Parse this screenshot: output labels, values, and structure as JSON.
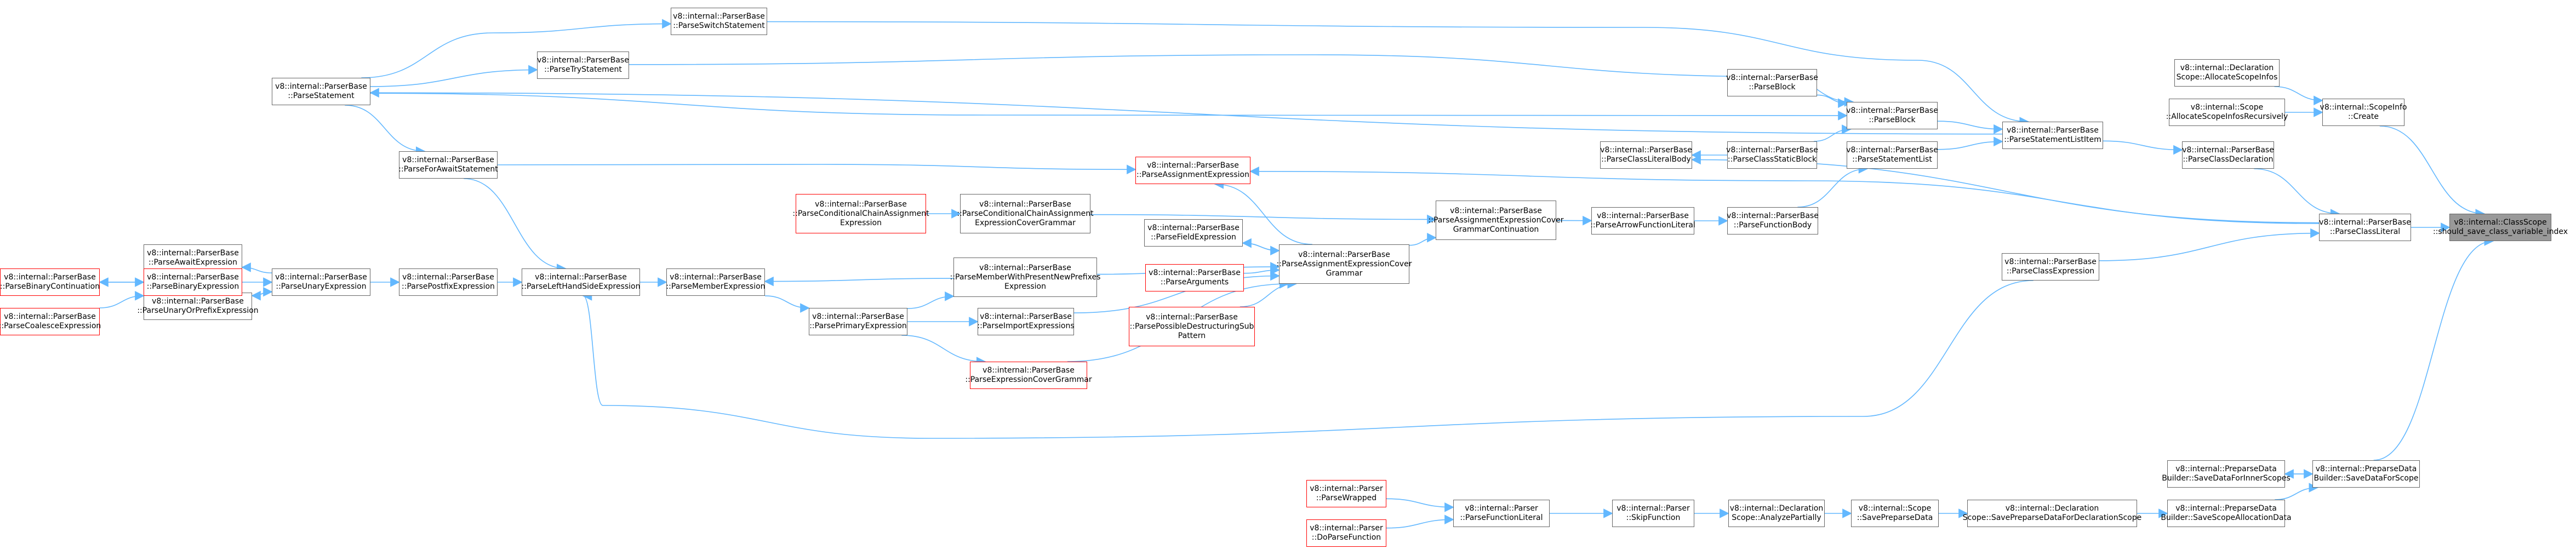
{
  "colors": {
    "edge": "#63b8ff",
    "node_border": "#666666",
    "node_border_undocumented": "#ff0000",
    "root_fill": "#999999"
  },
  "graph": {
    "nodes": [
      {
        "id": "root",
        "label": "v8::internal::ClassScope\n::should_save_class_variable_index",
        "style": "root"
      },
      {
        "id": "ScopeInfoCreate",
        "label": "v8::internal::ScopeInfo\n::Create"
      },
      {
        "id": "AllocateScopeInfos",
        "label": "v8::internal::Declaration\nScope::AllocateScopeInfos"
      },
      {
        "id": "AllocateScopeInfosRec",
        "label": "v8::internal::Scope\n::AllocateScopeInfosRecursively"
      },
      {
        "id": "ParseClassLiteral",
        "label": "v8::internal::ParserBase\n::ParseClassLiteral"
      },
      {
        "id": "ParseClassDeclaration",
        "label": "v8::internal::ParserBase\n::ParseClassDeclaration"
      },
      {
        "id": "ParseClassExpression",
        "label": "v8::internal::ParserBase\n::ParseClassExpression"
      },
      {
        "id": "SaveDataForScope",
        "label": "v8::internal::PreparseData\nBuilder::SaveDataForScope"
      },
      {
        "id": "SaveDataForInnerScopes",
        "label": "v8::internal::PreparseData\nBuilder::SaveDataForInnerScopes"
      },
      {
        "id": "SaveScopeAllocationData",
        "label": "v8::internal::PreparseData\nBuilder::SaveScopeAllocationData"
      },
      {
        "id": "SavePreparseDataForDecl",
        "label": "v8::internal::Declaration\nScope::SavePreparseDataForDeclarationScope"
      },
      {
        "id": "SavePreparseData",
        "label": "v8::internal::Scope\n::SavePreparseData"
      },
      {
        "id": "AnalyzePartially",
        "label": "v8::internal::Declaration\nScope::AnalyzePartially"
      },
      {
        "id": "SkipFunction",
        "label": "v8::internal::Parser\n::SkipFunction"
      },
      {
        "id": "ParseFunctionLiteral",
        "label": "v8::internal::Parser\n::ParseFunctionLiteral"
      },
      {
        "id": "ParseWrapped",
        "label": "v8::internal::Parser\n::ParseWrapped",
        "style": "red"
      },
      {
        "id": "DoParseFunction",
        "label": "v8::internal::Parser\n::DoParseFunction",
        "style": "red"
      },
      {
        "id": "ParseStatementListItem",
        "label": "v8::internal::ParserBase\n::ParseStatementListItem"
      },
      {
        "id": "ParseBlock",
        "label": "v8::internal::ParserBase\n::ParseBlock"
      },
      {
        "id": "ParseBlockLeft",
        "label": "v8::internal::ParserBase\n::ParseBlock"
      },
      {
        "id": "ParseClassStaticBlock",
        "label": "v8::internal::ParserBase\n::ParseClassStaticBlock"
      },
      {
        "id": "ParseClassLiteralBody",
        "label": "v8::internal::ParserBase\n::ParseClassLiteralBody"
      },
      {
        "id": "ParseStatementList",
        "label": "v8::internal::ParserBase\n::ParseStatementList"
      },
      {
        "id": "ParseFunctionBody",
        "label": "v8::internal::ParserBase\n::ParseFunctionBody"
      },
      {
        "id": "ParseArrowFunctionLiteral",
        "label": "v8::internal::ParserBase\n::ParseArrowFunctionLiteral"
      },
      {
        "id": "ParseAssignExprCoverGrammarCont",
        "label": "v8::internal::ParserBase\n::ParseAssignmentExpressionCover\nGrammarContinuation"
      },
      {
        "id": "ParseAssignmentExpression",
        "label": "v8::internal::ParserBase\n::ParseAssignmentExpression",
        "style": "red"
      },
      {
        "id": "ParseAssignExprCoverGrammar",
        "label": "v8::internal::ParserBase\n::ParseAssignmentExpressionCover\nGrammar"
      },
      {
        "id": "ParseFieldExpression",
        "label": "v8::internal::ParserBase\n::ParseFieldExpression"
      },
      {
        "id": "ParseArguments",
        "label": "v8::internal::ParserBase\n::ParseArguments",
        "style": "red"
      },
      {
        "id": "ParsePossibleDestructuring",
        "label": "v8::internal::ParserBase\n::ParsePossibleDestructuringSub\nPattern",
        "style": "red"
      },
      {
        "id": "ParseCondChainAssignCover",
        "label": "v8::internal::ParserBase\n::ParseConditionalChainAssignment\nExpressionCoverGrammar"
      },
      {
        "id": "ParseCondChainAssign",
        "label": "v8::internal::ParserBase\n::ParseConditionalChainAssignment\nExpression",
        "style": "red"
      },
      {
        "id": "ParseMemberWithPresentNewPrefixes",
        "label": "v8::internal::ParserBase\n::ParseMemberWithPresentNewPrefixes\nExpression"
      },
      {
        "id": "ParseImportExpressions",
        "label": "v8::internal::ParserBase\n::ParseImportExpressions"
      },
      {
        "id": "ParseExpressionCoverGrammar",
        "label": "v8::internal::ParserBase\n::ParseExpressionCoverGrammar",
        "style": "red"
      },
      {
        "id": "ParsePrimaryExpression",
        "label": "v8::internal::ParserBase\n::ParsePrimaryExpression"
      },
      {
        "id": "ParseMemberExpression",
        "label": "v8::internal::ParserBase\n::ParseMemberExpression"
      },
      {
        "id": "ParseLeftHandSideExpression",
        "label": "v8::internal::ParserBase\n::ParseLeftHandSideExpression"
      },
      {
        "id": "ParsePostfixExpression",
        "label": "v8::internal::ParserBase\n::ParsePostfixExpression"
      },
      {
        "id": "ParseUnaryExpression",
        "label": "v8::internal::ParserBase\n::ParseUnaryExpression"
      },
      {
        "id": "ParseAwaitExpression",
        "label": "v8::internal::ParserBase\n::ParseAwaitExpression"
      },
      {
        "id": "ParseUnaryOrPrefixExpression",
        "label": "v8::internal::ParserBase\n::ParseUnaryOrPrefixExpression"
      },
      {
        "id": "ParseBinaryExpression",
        "label": "v8::internal::ParserBase\n::ParseBinaryExpression",
        "style": "red"
      },
      {
        "id": "ParseBinaryContinuation",
        "label": "v8::internal::ParserBase\n::ParseBinaryContinuation",
        "style": "red"
      },
      {
        "id": "ParseCoalesceExpression",
        "label": "v8::internal::ParserBase\n::ParseCoalesceExpression",
        "style": "red"
      },
      {
        "id": "ParseForAwaitStatement",
        "label": "v8::internal::ParserBase\n::ParseForAwaitStatement"
      },
      {
        "id": "ParseStatement",
        "label": "v8::internal::ParserBase\n::ParseStatement"
      },
      {
        "id": "ParseSwitchStatement",
        "label": "v8::internal::ParserBase\n::ParseSwitchStatement"
      },
      {
        "id": "ParseTryStatement",
        "label": "v8::internal::ParserBase\n::ParseTryStatement"
      }
    ],
    "edges": [
      [
        "ScopeInfoCreate",
        "root"
      ],
      [
        "AllocateScopeInfos",
        "ScopeInfoCreate"
      ],
      [
        "AllocateScopeInfosRec",
        "ScopeInfoCreate"
      ],
      [
        "ParseClassLiteral",
        "root"
      ],
      [
        "ParseClassDeclaration",
        "ParseClassLiteral"
      ],
      [
        "ParseClassExpression",
        "ParseClassLiteral"
      ],
      [
        "SaveDataForScope",
        "root"
      ],
      [
        "SaveDataForInnerScopes",
        "SaveDataForScope"
      ],
      [
        "SaveDataForScope",
        "SaveDataForInnerScopes"
      ],
      [
        "SaveScopeAllocationData",
        "SaveDataForScope"
      ],
      [
        "SavePreparseDataForDecl",
        "SaveScopeAllocationData"
      ],
      [
        "SavePreparseData",
        "SavePreparseDataForDecl"
      ],
      [
        "AnalyzePartially",
        "SavePreparseData"
      ],
      [
        "SkipFunction",
        "AnalyzePartially"
      ],
      [
        "ParseFunctionLiteral",
        "SkipFunction"
      ],
      [
        "ParseWrapped",
        "ParseFunctionLiteral"
      ],
      [
        "DoParseFunction",
        "ParseFunctionLiteral"
      ],
      [
        "ParseStatementListItem",
        "ParseClassDeclaration"
      ],
      [
        "ParseBlock",
        "ParseStatementListItem"
      ],
      [
        "ParseStatementList",
        "ParseStatementListItem"
      ],
      [
        "ParseBlockLeft",
        "ParseBlock"
      ],
      [
        "ParseClassStaticBlock",
        "ParseBlock"
      ],
      [
        "ParseClassStaticBlock",
        "ParseClassLiteralBody"
      ],
      [
        "ParseClassLiteral",
        "ParseClassLiteralBody"
      ],
      [
        "ParseFunctionBody",
        "ParseStatementList"
      ],
      [
        "ParseArrowFunctionLiteral",
        "ParseFunctionBody"
      ],
      [
        "ParseAssignExprCoverGrammarCont",
        "ParseArrowFunctionLiteral"
      ],
      [
        "ParseCondChainAssignCover",
        "ParseAssignExprCoverGrammarCont"
      ],
      [
        "ParseAssignExprCoverGrammar",
        "ParseAssignExprCoverGrammarCont"
      ],
      [
        "ParseClassLiteral",
        "ParseAssignmentExpression"
      ],
      [
        "ParseAssignExprCoverGrammar",
        "ParseAssignmentExpression"
      ],
      [
        "ParseFieldExpression",
        "ParseAssignExprCoverGrammar"
      ],
      [
        "ParseAssignExprCoverGrammar",
        "ParseFieldExpression"
      ],
      [
        "ParseArguments",
        "ParseAssignExprCoverGrammar"
      ],
      [
        "ParsePossibleDestructuring",
        "ParseAssignExprCoverGrammar"
      ],
      [
        "ParseExpressionCoverGrammar",
        "ParseAssignExprCoverGrammar"
      ],
      [
        "ParseMemberWithPresentNewPrefixes",
        "ParseAssignExprCoverGrammar"
      ],
      [
        "ParseImportExpressions",
        "ParseAssignExprCoverGrammar"
      ],
      [
        "ParseCondChainAssign",
        "ParseCondChainAssignCover"
      ],
      [
        "ParsePrimaryExpression",
        "ParseMemberWithPresentNewPrefixes"
      ],
      [
        "ParseMemberWithPresentNewPrefixes",
        "ParseMemberExpression"
      ],
      [
        "ParsePrimaryExpression",
        "ParseImportExpressions"
      ],
      [
        "ParsePrimaryExpression",
        "ParseExpressionCoverGrammar"
      ],
      [
        "ParseMemberExpression",
        "ParsePrimaryExpression"
      ],
      [
        "ParseLeftHandSideExpression",
        "ParseMemberExpression"
      ],
      [
        "ParsePostfixExpression",
        "ParseLeftHandSideExpression"
      ],
      [
        "ParseForAwaitStatement",
        "ParseLeftHandSideExpression"
      ],
      [
        "ParseClassExpression",
        "ParseLeftHandSideExpression"
      ],
      [
        "ParseUnaryExpression",
        "ParsePostfixExpression"
      ],
      [
        "ParseUnaryExpression",
        "ParseAwaitExpression"
      ],
      [
        "ParseUnaryExpression",
        "ParseUnaryOrPrefixExpression"
      ],
      [
        "ParseUnaryOrPrefixExpression",
        "ParseUnaryExpression"
      ],
      [
        "ParseBinaryExpression",
        "ParseUnaryExpression"
      ],
      [
        "ParseBinaryContinuation",
        "ParseBinaryExpression"
      ],
      [
        "ParseBinaryExpression",
        "ParseBinaryContinuation"
      ],
      [
        "ParseCoalesceExpression",
        "ParseBinaryExpression"
      ],
      [
        "ParseStatement",
        "ParseForAwaitStatement"
      ],
      [
        "ParseForAwaitStatement",
        "ParseAssignmentExpression"
      ],
      [
        "ParseStatement",
        "ParseSwitchStatement"
      ],
      [
        "ParseStatement",
        "ParseTryStatement"
      ],
      [
        "ParseStatement",
        "ParseBlock"
      ],
      [
        "ParseSwitchStatement",
        "ParseStatementListItem"
      ],
      [
        "ParseTryStatement",
        "ParseBlock"
      ],
      [
        "ParseStatementListItem",
        "ParseStatement"
      ]
    ]
  }
}
